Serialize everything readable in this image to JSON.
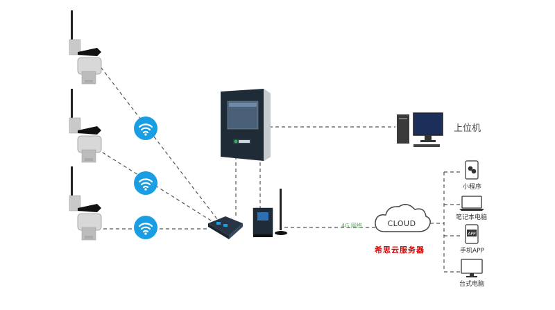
{
  "labels": {
    "host_pc": "上位机",
    "cloud_text": "CLOUD",
    "network": "4G 网络",
    "server": "希思云服务器",
    "mini_program": "小程序",
    "laptop": "笔记本电脑",
    "phone_app": "手机APP",
    "desktop": "台式电脑",
    "app_badge": "APP"
  },
  "colors": {
    "wifi_blue": "#1a9ee3",
    "server_red": "#e00000",
    "line_gray": "#555555",
    "network_green": "#66aa66"
  }
}
